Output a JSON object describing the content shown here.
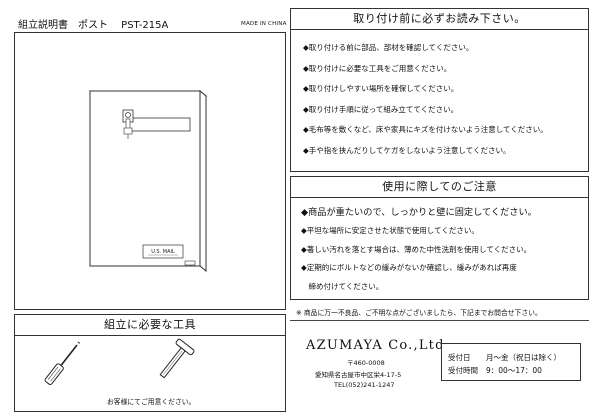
{
  "header": {
    "title": "組立説明書　ポスト　 PST-215A",
    "made_in": "MADE IN CHINA"
  },
  "product": {
    "plate_label": "U.S. MAIL",
    "colors": {
      "line": "#333333",
      "fill": "#ffffff"
    }
  },
  "caution": {
    "title": "取り付け前に必ずお読み下さい。",
    "items": [
      "◆取り付ける前に部品、部材を確認してください。",
      "◆取り付けに必要な工具をご用意ください。",
      "◆取り付けしやすい場所を確保してください。",
      "◆取り付け手順に従って組み立ててください。",
      "◆毛布等を敷くなど、床や家具にキズを付けないよう注意してください。",
      "◆手や指を挟んだりしてケガをしないよう注意してください。"
    ]
  },
  "usage": {
    "title": "使用に際してのご注意",
    "items": [
      "◆商品が重たいので、しっかりと壁に固定してください。",
      "◆平坦な場所に安定させた状態で使用してください。",
      "◆著しい汚れを落とす場合は、薄めた中性洗剤を使用してください。",
      "◆定期的にボルトなどの緩みがないか確認し、緩みがあれば再度",
      "　締め付けてください。"
    ]
  },
  "notice": "※ 商品に万一不良品、ご不明な点がございましたら、下記までお問合せ下さい。",
  "company": {
    "name": "AZUMAYA Co.,Ltd.",
    "zip": "〒460-0008",
    "address": "愛知県名古屋市中区栄4-17-5",
    "tel": "TEL(052)241-1247"
  },
  "hours": {
    "day_label": "受付日",
    "day_value": "月～金（祝日は除く）",
    "time_label": "受付時間",
    "time_value": "9：00～17：00"
  },
  "tools": {
    "title": "組立に必要な工具",
    "note": "お客様にてご用意ください。",
    "icons": [
      "screwdriver-icon",
      "hex-wrench-icon"
    ]
  }
}
